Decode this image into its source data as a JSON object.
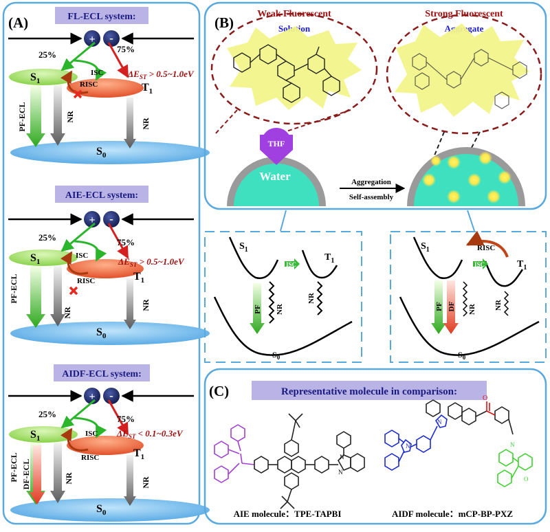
{
  "panelA": {
    "label": "(A)",
    "systems": [
      {
        "title": "FL-ECL system:",
        "s1": "S",
        "t1": "T",
        "s0": "S",
        "pct_s": "25%",
        "pct_t": "75%",
        "isc": "ISC",
        "risc": "RISC",
        "pf": "PF-ECL",
        "df": "",
        "nr": "NR",
        "gap": "ΔE",
        "gap_val": " > 0.5~1.0eV"
      },
      {
        "title": "AIE-ECL system:",
        "s1": "S",
        "t1": "T",
        "s0": "S",
        "pct_s": "25%",
        "pct_t": "75%",
        "isc": "ISC",
        "risc": "RISC",
        "pf": "PF-ECL",
        "df": "",
        "nr": "NR",
        "gap": "ΔE",
        "gap_val": " > 0.5~1.0eV"
      },
      {
        "title": "AIDF-ECL system:",
        "s1": "S",
        "t1": "T",
        "s0": "S",
        "pct_s": "25%",
        "pct_t": "75%",
        "isc": "ISC",
        "risc": "RISC",
        "pf": "PF-ECL",
        "df": "DF-ECL",
        "nr": "NR",
        "gap": "ΔE",
        "gap_val": " < 0.1~0.3eV"
      }
    ],
    "plus": "+",
    "minus": "-",
    "sub_st": "ST",
    "sub1": "1",
    "sub0": "0"
  },
  "panelB": {
    "label": "(B)",
    "weak": "Weak Fluorescent",
    "solution": "Solution",
    "strong": "Strong Fluorescent",
    "aggregate": "Aggregate",
    "thf": "THF",
    "water": "Water",
    "arrow_top": "Aggregation",
    "arrow_bottom": "Self-assembly",
    "left_box": {
      "s1": "S",
      "t1": "T",
      "s0": "S",
      "isc": "ISC",
      "pf": "PF",
      "nr1": "NR",
      "nr2": "NR"
    },
    "right_box": {
      "s1": "S",
      "t1": "T",
      "s0": "S",
      "isc": "ISC",
      "risc": "RISC",
      "pf": "PF",
      "df": "DF",
      "nr1": "NR",
      "nr2": "NR"
    }
  },
  "panelC": {
    "label": "(C)",
    "title": "Representative molecule in comparison:",
    "aie_caption": "AIE molecule：TPE-TAPBI",
    "aidf_caption": "AIDF molecule：mCP-BP-PXZ",
    "atom_n": "N",
    "atom_o": "O"
  },
  "colors": {
    "frame": "#5aa9dc",
    "title_bg": "#b9b3e6",
    "dark_red": "#a01010",
    "blue_text": "#1a1ad0",
    "s1_green": "#a6e06a",
    "t1_orange": "#ee6a3a",
    "s0_blue": "#5fb2ea",
    "yellow": "#f4f48a",
    "water": "#3fe0c0",
    "thf": "#a040e0",
    "purple": "#a040d0",
    "mol_blue": "#1a2ad0",
    "mol_green": "#40d030",
    "mol_red": "#e01010"
  }
}
